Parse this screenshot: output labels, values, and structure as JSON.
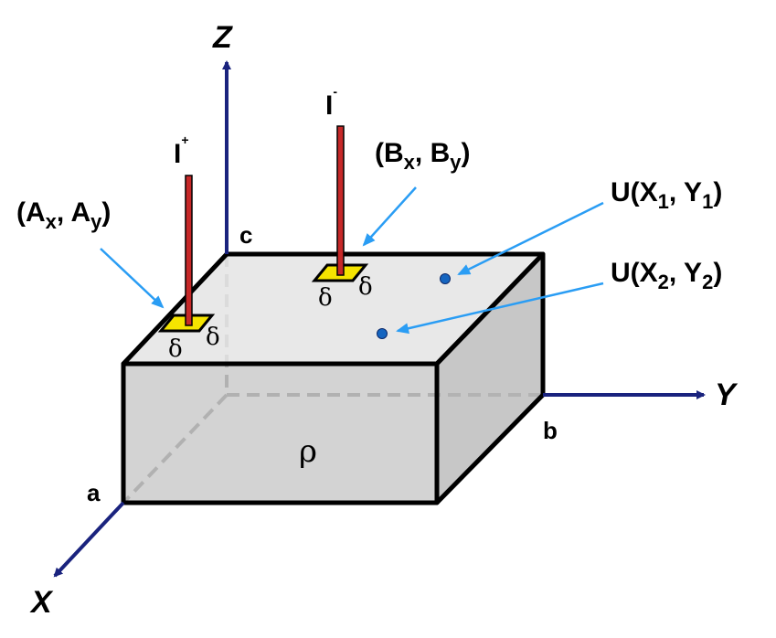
{
  "axes": {
    "x_label": "X",
    "y_label": "Y",
    "z_label": "Z"
  },
  "box": {
    "corner_a": "a",
    "corner_b": "b",
    "corner_c": "c",
    "resistivity_symbol": "ρ"
  },
  "electrodes": {
    "current_in_base": "I",
    "current_in_sup": "+",
    "current_out_base": "I",
    "current_out_sup": "-",
    "size_symbol": "δ"
  },
  "labels": {
    "a_point": {
      "open": "(A",
      "x_sub": "x",
      "sep": ", A",
      "y_sub": "y",
      "close": ")"
    },
    "b_point": {
      "open": "(B",
      "x_sub": "x",
      "sep": ", B",
      "y_sub": "y",
      "close": ")"
    },
    "u1": {
      "open": "U(X",
      "x_sub": "1",
      "sep": ", Y",
      "y_sub": "1",
      "close": ")"
    },
    "u2": {
      "open": "U(X",
      "x_sub": "2",
      "sep": ", Y",
      "y_sub": "2",
      "close": ")"
    }
  },
  "colors": {
    "axis": "#1a237e",
    "pointer": "#2a9df4",
    "electrode_rod": "#c62828",
    "electrode_pad": "#f5e400",
    "probe_dot": "#1565c0",
    "box_front": "#c4c4c4",
    "box_top": "#e6e6e6",
    "box_side": "#bdbdbd"
  }
}
